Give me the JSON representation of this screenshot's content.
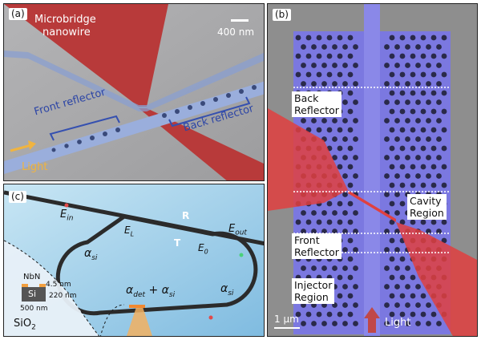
{
  "panel_a": {
    "tag": "(a)",
    "nanowire_label_line1": "Microbridge",
    "nanowire_label_line2": "nanowire",
    "scale_label": "400 nm",
    "front_reflector": "Front reflector",
    "back_reflector": "Back reflector",
    "light": "Light",
    "colors": {
      "nanowire": "#b83a3a",
      "waveguide": "#8a9fd0",
      "substrate": "#a8a8aa",
      "light_arrow": "#f0b440"
    }
  },
  "panel_b": {
    "tag": "(b)",
    "back_reflector_line1": "Back",
    "back_reflector_line2": "Reflector",
    "cavity_line1": "Cavity",
    "cavity_line2": "Region",
    "front_reflector_line1": "Front",
    "front_reflector_line2": "Reflector",
    "injector_line1": "Injector",
    "injector_line2": "Region",
    "scale_label": "1 μm",
    "light": "Light",
    "colors": {
      "crystal": "#7b78e0",
      "hole": "#2a2a4a",
      "nanowire": "#e04040",
      "background": "#8e8e8e",
      "arrow": "#c04848"
    }
  },
  "panel_c": {
    "tag": "(c)",
    "e_in": "E",
    "e_in_sub": "in",
    "e_out": "E",
    "e_out_sub": "out",
    "e_l": "E",
    "e_l_sub": "L",
    "e_0": "E",
    "e_0_sub": "0",
    "r": "R",
    "t": "T",
    "alpha_si_left": "α",
    "alpha_si_right": "α",
    "alpha_sub": "si",
    "alpha_det": "α",
    "alpha_det_sub": "det",
    "plus": " + ",
    "alpha_det_si": "α",
    "alpha_det_si_sub": "si",
    "inset": {
      "nbn": "NbN",
      "nbn_thickness": "4.5 nm",
      "si": "Si",
      "si_thickness": "220 nm",
      "width": "500 nm",
      "sio2": "SiO",
      "sio2_sub": "2"
    },
    "colors": {
      "background": "#9fcfe8",
      "waveguide": "#333333",
      "detector": "#f2b060"
    }
  }
}
